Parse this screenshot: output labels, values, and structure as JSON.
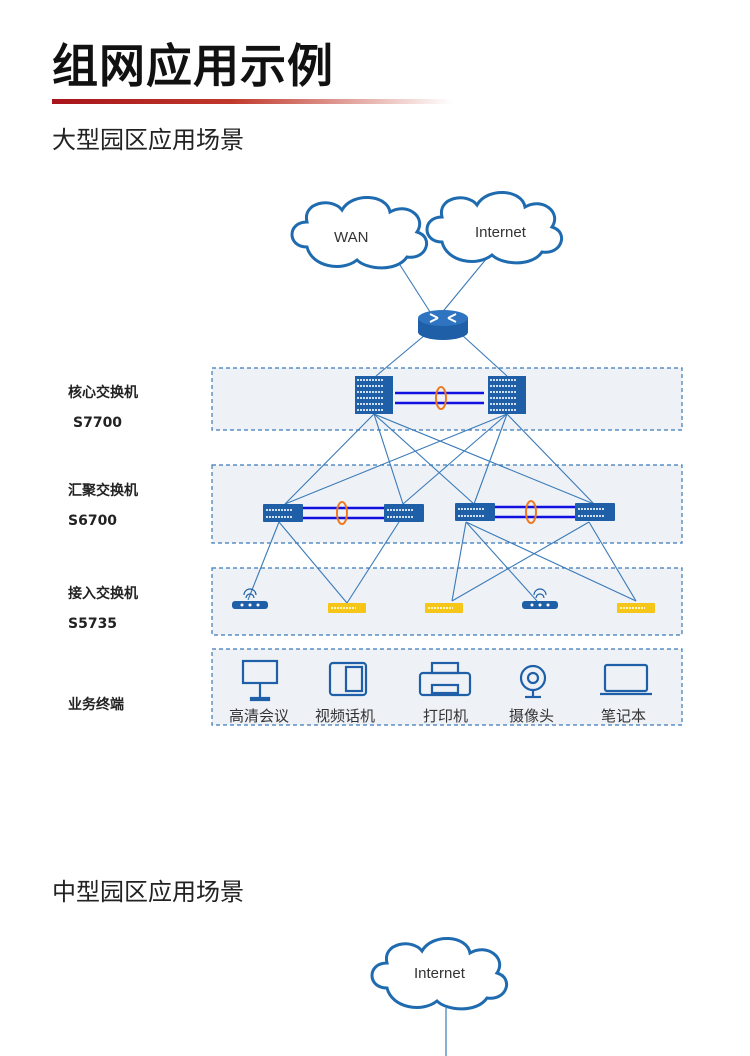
{
  "header": {
    "title": "组网应用示例"
  },
  "sections": [
    {
      "title": "大型园区应用场景"
    },
    {
      "title": "中型园区应用场景"
    }
  ],
  "large_diagram": {
    "clouds": [
      "WAN",
      "Internet"
    ],
    "layers": [
      {
        "name": "核心交换机",
        "model": "S7700"
      },
      {
        "name": "汇聚交换机",
        "model": "S6700"
      },
      {
        "name": "接入交换机",
        "model": "S5735"
      },
      {
        "name": "业务终端",
        "model": ""
      }
    ],
    "terminals": [
      "高清会议",
      "视频话机",
      "打印机",
      "摄像头",
      "笔记本"
    ],
    "colors": {
      "device": "#1f5fa8",
      "link": "#3a7ab8",
      "stack": "#1010e0",
      "eth_trunk": "#f07820",
      "access_yellow": "#f5c518",
      "zone_bg": "#eef2f7"
    }
  },
  "medium_diagram": {
    "clouds": [
      "Internet"
    ]
  }
}
